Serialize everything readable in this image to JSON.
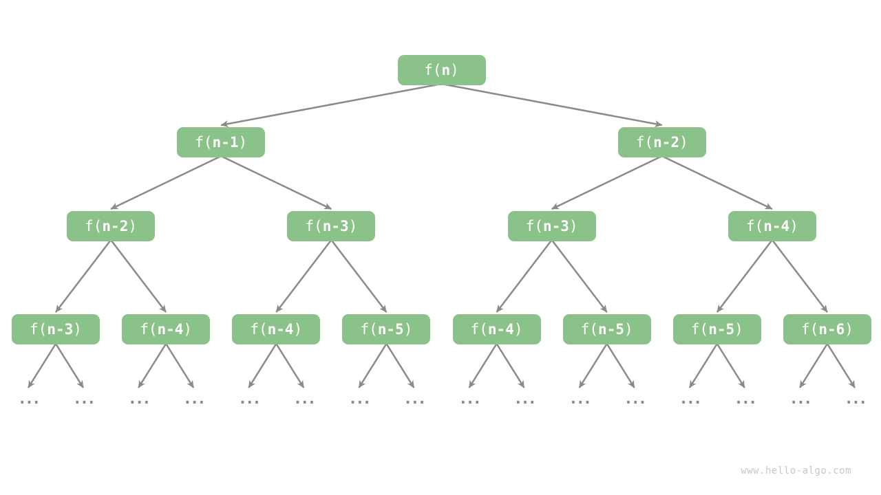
{
  "colors": {
    "background": "#ffffff",
    "node_fill": "#8AC28A",
    "node_text": "#ffffff",
    "edge": "#8a8a8a",
    "watermark": "#c7c7c7"
  },
  "tree": {
    "levels": [
      [
        "f(n)"
      ],
      [
        "f(n-1)",
        "f(n-2)"
      ],
      [
        "f(n-2)",
        "f(n-3)",
        "f(n-3)",
        "f(n-4)"
      ],
      [
        "f(n-3)",
        "f(n-4)",
        "f(n-4)",
        "f(n-5)",
        "f(n-4)",
        "f(n-5)",
        "f(n-5)",
        "f(n-6)"
      ]
    ],
    "ellipsis": "..."
  },
  "watermark": "www.hello-algo.com"
}
